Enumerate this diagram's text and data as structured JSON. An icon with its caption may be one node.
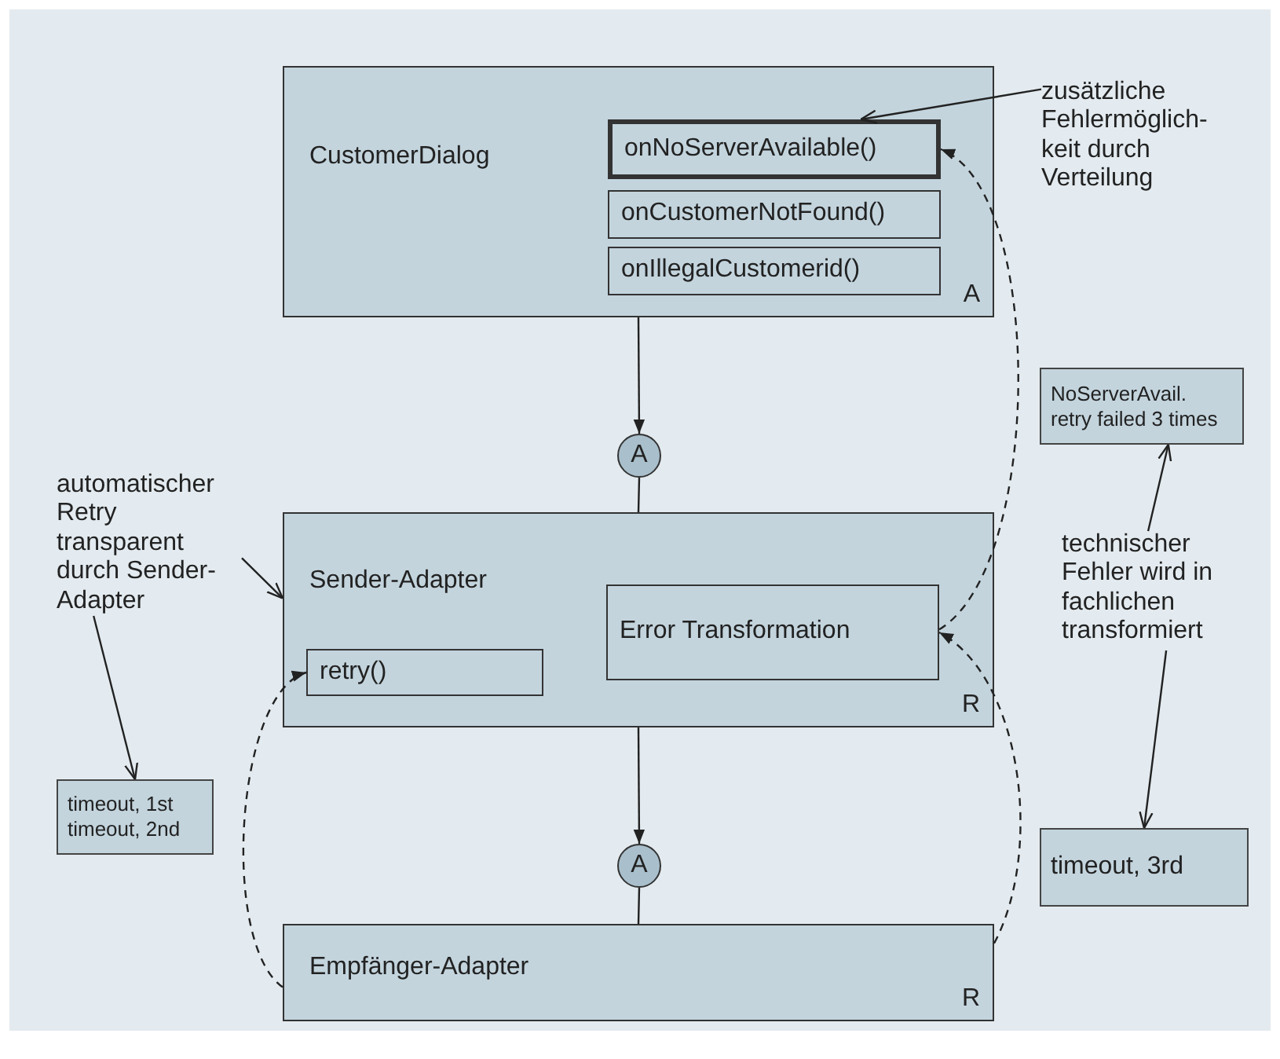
{
  "diagram": {
    "nodes": [
      {
        "text": [
          "CustomerDialog",
          "A"
        ]
      },
      {
        "text": [
          "onNoServerAvailable()"
        ],
        "in": 0
      },
      {
        "text": [
          "onCustomerNotFound()"
        ],
        "in": 0
      },
      {
        "text": [
          "onIllegalCustomerid()"
        ],
        "in": 0
      },
      {
        "text": [
          "A"
        ]
      },
      {
        "text": [
          "Sender-Adapter",
          "R"
        ]
      },
      {
        "text": [
          "retry()"
        ],
        "in": 5
      },
      {
        "text": [
          "Error Transformation"
        ],
        "in": 5
      },
      {
        "text": [
          "A"
        ]
      },
      {
        "text": [
          "Empfänger-Adapter",
          "R"
        ]
      },
      {
        "text": [
          "zusätzliche Fehlermöglich- keit durch Verteilung"
        ]
      },
      {
        "text": [
          "automatischer Retry transparent durch Sender-Adapter"
        ]
      },
      {
        "text": [
          "timeout, 1st timeout, 2nd"
        ]
      },
      {
        "text": [
          "NoServerAvail. retry failed 3 times"
        ]
      },
      {
        "text": [
          "technischer Fehler wird in fachlichen transformiert"
        ]
      },
      {
        "text": [
          "timeout, 3rd"
        ]
      }
    ],
    "edges": [
      {
        "from": 0,
        "to": 4,
        "arrow": "to"
      },
      {
        "from": 4,
        "to": 5,
        "arrow": "none"
      },
      {
        "from": 5,
        "to": 8,
        "arrow": "to"
      },
      {
        "from": 8,
        "to": 9,
        "arrow": "none"
      },
      {
        "from": 9,
        "to": 6,
        "arrow": "to",
        "style": "dashed"
      },
      {
        "from": 9,
        "to": 7,
        "arrow": "to",
        "style": "dashed"
      },
      {
        "from": 7,
        "to": 1,
        "arrow": "to",
        "style": "dashed"
      },
      {
        "from": 10,
        "to": 1,
        "arrow": "to"
      },
      {
        "from": 11,
        "to": 5,
        "arrow": "to"
      },
      {
        "from": 11,
        "to": 12,
        "arrow": "to"
      },
      {
        "from": 14,
        "to": 13,
        "arrow": "to"
      },
      {
        "from": 14,
        "to": 15,
        "arrow": "to"
      }
    ]
  }
}
